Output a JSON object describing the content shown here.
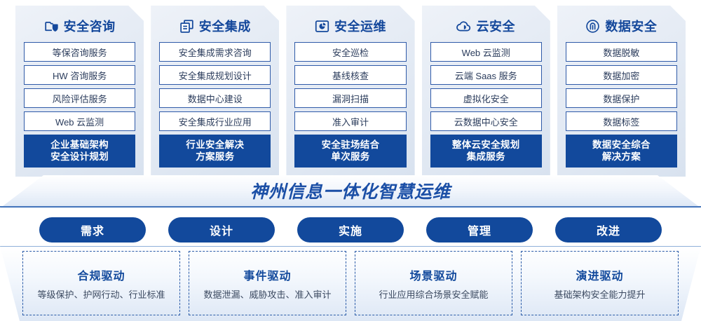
{
  "pillars": [
    {
      "icon": "folder-shield-icon",
      "title": "安全咨询",
      "items": [
        "等保咨询服务",
        "HW 咨询服务",
        "风险评估服务",
        "Web 云监测"
      ],
      "summary": "企业基础架构\n安全设计规划"
    },
    {
      "icon": "documents-stack-icon",
      "title": "安全集成",
      "items": [
        "安全集成需求咨询",
        "安全集成规划设计",
        "数据中心建设",
        "安全集成行业应用"
      ],
      "summary": "行业安全解决\n方案服务"
    },
    {
      "icon": "monitor-chart-icon",
      "title": "安全运维",
      "items": [
        "安全巡检",
        "基线核查",
        "漏洞扫描",
        "准入审计"
      ],
      "summary": "安全驻场结合\n单次服务"
    },
    {
      "icon": "cloud-icon",
      "title": "云安全",
      "items": [
        "Web 云监测",
        "云端 Saas 服务",
        "虚拟化安全",
        "云数据中心安全"
      ],
      "summary": "整体云安全规划\n集成服务"
    },
    {
      "icon": "fingerprint-icon",
      "title": "数据安全",
      "items": [
        "数据脱敏",
        "数据加密",
        "数据保护",
        "数据标签"
      ],
      "summary": "数据安全综合\n解决方案"
    }
  ],
  "banner": {
    "text": "神州信息一体化智慧运维"
  },
  "pills": [
    {
      "label": "需求"
    },
    {
      "label": "设计"
    },
    {
      "label": "实施"
    },
    {
      "label": "管理"
    },
    {
      "label": "改进"
    }
  ],
  "drivers": [
    {
      "title": "合规驱动",
      "desc": "等级保护、护网行动、行业标准"
    },
    {
      "title": "事件驱动",
      "desc": "数据泄漏、威胁攻击、准入审计"
    },
    {
      "title": "场景驱动",
      "desc": "行业应用综合场景安全赋能"
    },
    {
      "title": "演进驱动",
      "desc": "基础架构安全能力提升"
    }
  ],
  "colors": {
    "brand_blue": "#12499c",
    "title_blue": "#13479b",
    "card_border": "#2f5aa8",
    "dash_border": "#2a5ba8"
  }
}
